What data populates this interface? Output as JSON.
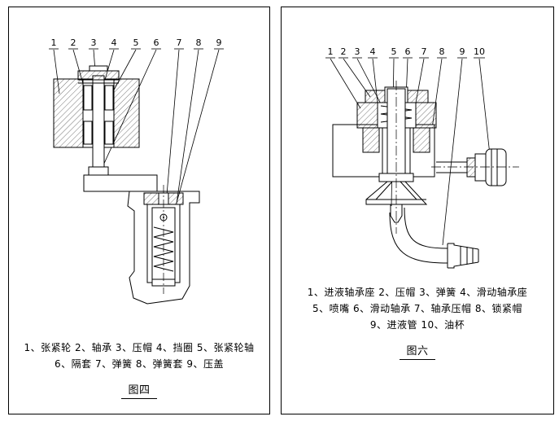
{
  "page": {
    "background": "#ffffff",
    "line_color": "#000000"
  },
  "figure4": {
    "labels": [
      "1",
      "2",
      "3",
      "4",
      "5",
      "6",
      "7",
      "8",
      "9"
    ],
    "captions": [
      "1、张紧轮 2、轴承 3、压帽 4、挡圈 5、张紧轮轴",
      "6、隔套 7、弹簧 8、弹簧套 9、压盖"
    ],
    "title": "图四"
  },
  "figure6": {
    "labels": [
      "1",
      "2",
      "3",
      "4",
      "5",
      "6",
      "7",
      "8",
      "9",
      "10"
    ],
    "captions": [
      "1、进液轴承座 2、压帽 3、弹簧 4、滑动轴承座",
      "5、喷嘴 6、滑动轴承 7、轴承压帽 8、锁紧帽",
      "9、进液管 10、油杯"
    ],
    "title": "图六"
  }
}
